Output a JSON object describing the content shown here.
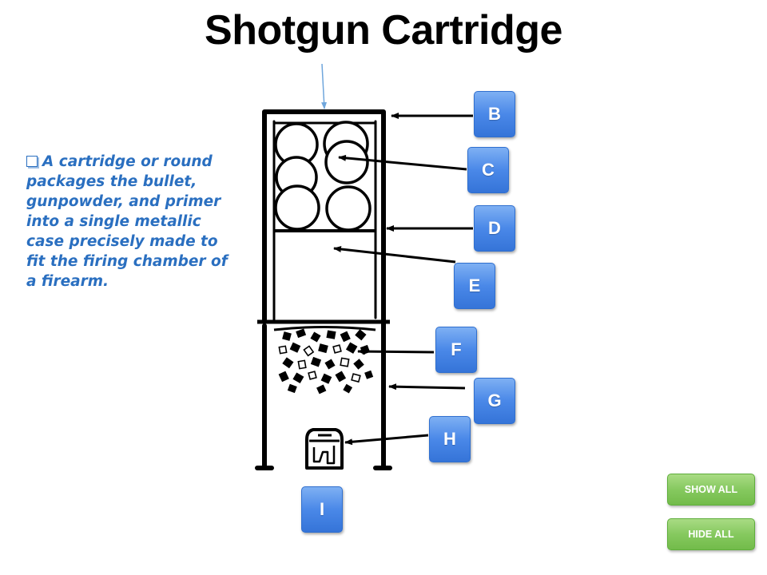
{
  "title": "Shotgun Cartridge",
  "description": "A cartridge or round packages the bullet, gunpowder, and primer into a single metallic case precisely made to fit the firing chamber of a firearm.",
  "labels": {
    "b": "B",
    "c": "C",
    "d": "D",
    "e": "E",
    "f": "F",
    "g": "G",
    "h": "H",
    "i": "I"
  },
  "controls": {
    "show_all": "SHOW ALL",
    "hide_all": "HIDE ALL"
  },
  "colors": {
    "title": "#000000",
    "description": "#2a6fc0",
    "label_button": "#4a88e8",
    "control_button": "#86c95f",
    "pointer_arrow": "#6fa6dc"
  }
}
